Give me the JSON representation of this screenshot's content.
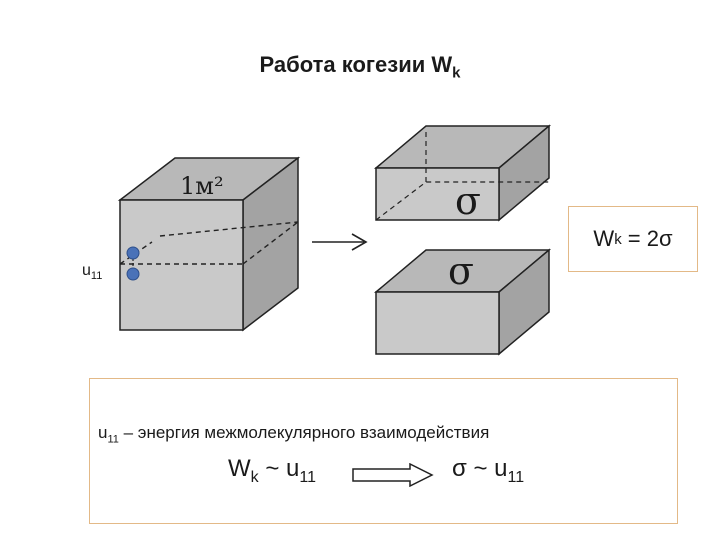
{
  "title": {
    "main": "Работа когезии W",
    "sub": "k"
  },
  "cube_label": "1м²",
  "u11_label": {
    "main": "u",
    "sub": "11"
  },
  "sigma_top": "σ",
  "sigma_bottom": "σ",
  "formula_box": {
    "w": "W",
    "w_sub": "k",
    "rest": " = 2σ"
  },
  "info": {
    "line1_main": "u",
    "line1_sub": "11",
    "line1_rest": " – энергия межмолекулярного взаимодействия",
    "left_w": "W",
    "left_w_sub": "k",
    "left_mid": " ~ u",
    "left_u_sub": "11",
    "right_main": "σ ~ u",
    "right_sub": "11"
  },
  "colors": {
    "box_fill_front": "#c9c9c9",
    "box_fill_top": "#b8b8b8",
    "box_fill_side": "#a3a3a3",
    "molecule": "#4a72b8",
    "frame_border": "#e3b987"
  }
}
